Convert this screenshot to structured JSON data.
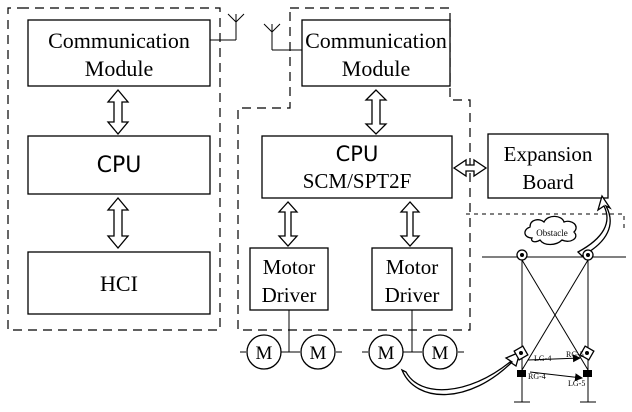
{
  "remote_station": {
    "comm_module": [
      "Communication",
      "Module"
    ],
    "cpu": "CPU",
    "hci": "HCI"
  },
  "robot": {
    "comm_module": [
      "Communication",
      "Module"
    ],
    "cpu": [
      "CPU",
      "SCM/SPT2F"
    ],
    "expansion_board": [
      "Expansion",
      "Board"
    ],
    "motor_driver_left": [
      "Motor",
      "Driver"
    ],
    "motor_driver_right": [
      "Motor",
      "Driver"
    ],
    "motor_label": "M"
  },
  "arena": {
    "obstacle": "Obstacle",
    "labels": [
      "LG-4",
      "RG-5",
      "RG-4",
      "LG-5"
    ]
  }
}
